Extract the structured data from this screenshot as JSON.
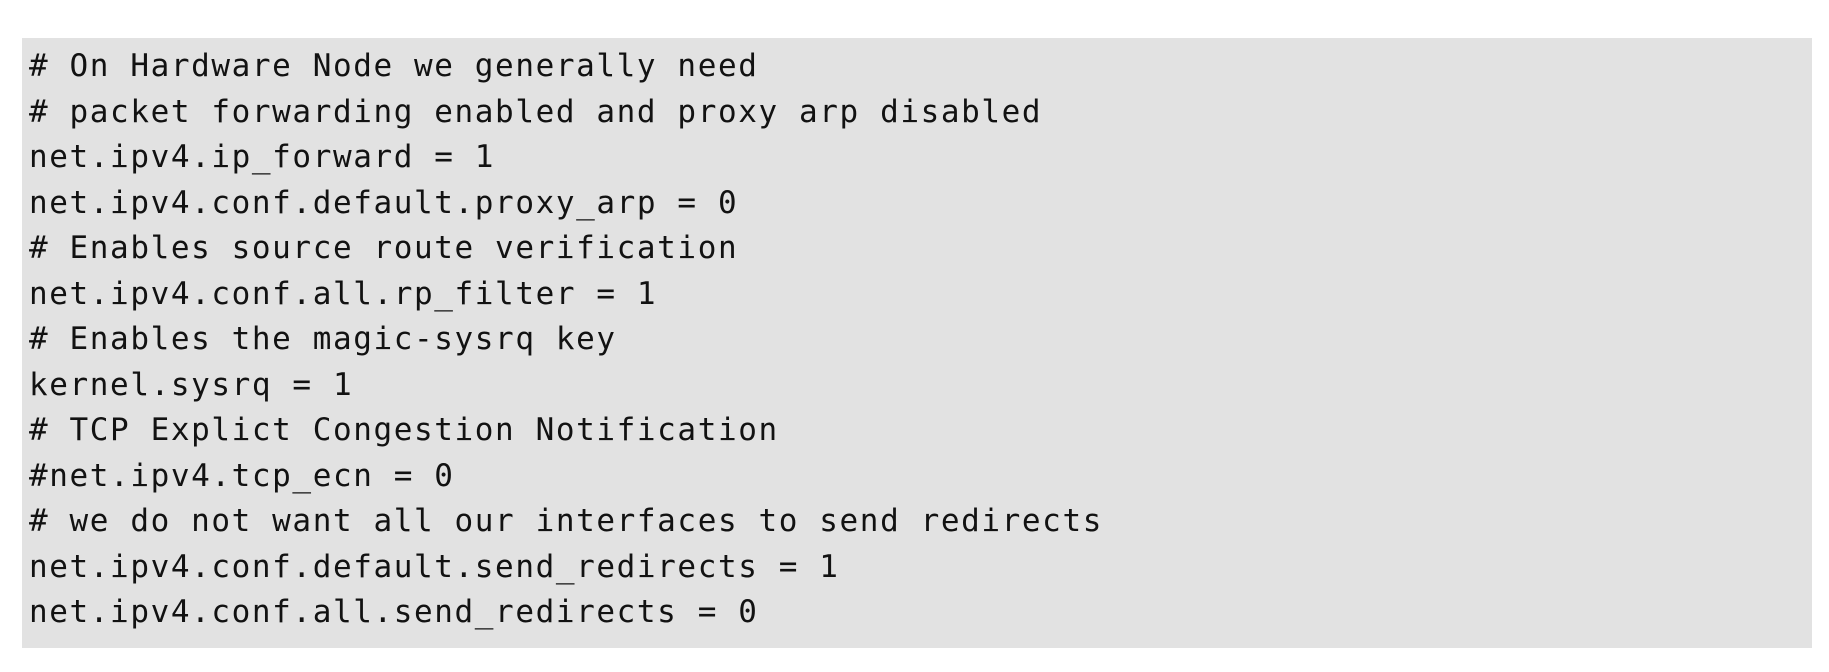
{
  "document": {
    "type": "code-block",
    "language": "sysctl-conf",
    "background_color": "#e2e2e2",
    "text_color": "#121212",
    "page_background": "#ffffff",
    "lines": [
      {
        "text": "# On Hardware Node we generally need",
        "kind": "comment"
      },
      {
        "text": "# packet forwarding enabled and proxy arp disabled",
        "kind": "comment"
      },
      {
        "text": "net.ipv4.ip_forward = 1",
        "kind": "setting"
      },
      {
        "text": "net.ipv4.conf.default.proxy_arp = 0",
        "kind": "setting"
      },
      {
        "text": "# Enables source route verification",
        "kind": "comment"
      },
      {
        "text": "net.ipv4.conf.all.rp_filter = 1",
        "kind": "setting"
      },
      {
        "text": "# Enables the magic-sysrq key",
        "kind": "comment"
      },
      {
        "text": "kernel.sysrq = 1",
        "kind": "setting"
      },
      {
        "text": "# TCP Explict Congestion Notification",
        "kind": "comment"
      },
      {
        "text": "#net.ipv4.tcp_ecn = 0",
        "kind": "commented-setting"
      },
      {
        "text": "# we do not want all our interfaces to send redirects",
        "kind": "comment"
      },
      {
        "text": "net.ipv4.conf.default.send_redirects = 1",
        "kind": "setting"
      },
      {
        "text": "net.ipv4.conf.all.send_redirects = 0",
        "kind": "setting"
      }
    ]
  }
}
